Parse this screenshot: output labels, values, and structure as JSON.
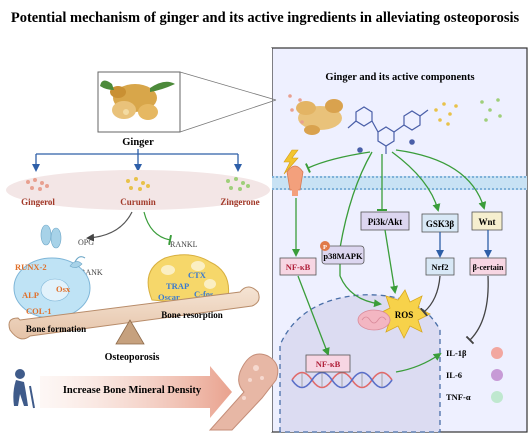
{
  "title": "Potential mechanism of ginger and its active ingredients in alleviating osteoporosis",
  "left": {
    "ginger_label": "Ginger",
    "compounds": [
      "Gingerol",
      "Curumin",
      "Zingerone"
    ],
    "osteoblast_markers": [
      "RUNX-2",
      "Osx",
      "ALP",
      "COL-1"
    ],
    "osteoclast_markers": [
      "CTX",
      "TRAP",
      "Oscar",
      "C-fos"
    ],
    "receptors": {
      "opg": "OPG",
      "rank": "RANK",
      "rankl": "RANKL"
    },
    "bone_formation": "Bone formation",
    "bone_resorption": "Bone resorption",
    "osteoporosis": "Osteoporosis",
    "increase_bmd": "Increase Bone Mineral Density"
  },
  "right": {
    "heading": "Ginger and its active components",
    "nodes": {
      "pi3k": "Pi3k/Akt",
      "gsk3b": "GSK3β",
      "wnt": "Wnt",
      "nfkb_top": "NF-κB",
      "p38": "p38MAPK",
      "p": "P",
      "nrf2": "Nrf2",
      "bcat": "β-certain",
      "ros": "ROS",
      "nfkb_nucleus": "NF-κB"
    },
    "cytokines": [
      "IL-1β",
      "IL-6",
      "TNF-α"
    ]
  },
  "colors": {
    "green_arrow": "#3a9d3a",
    "blue_arrow": "#2e5fa8",
    "nfkb_fill": "#f7d6e3",
    "node_fill": "#dcd6f0",
    "ros_fill": "#f7d24a",
    "panel_bg": "#eef0ff",
    "membrane": "#9cc4e4",
    "il1b_dot": "#f2a7a0",
    "il6_dot": "#c79ad6",
    "tnfa_dot": "#bfe8cf"
  }
}
